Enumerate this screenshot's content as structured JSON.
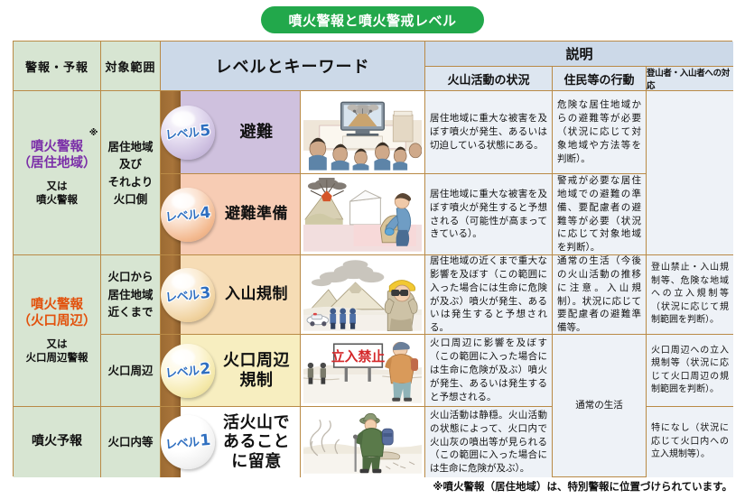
{
  "title": "噴火警報と噴火警戒レベル",
  "header": {
    "col_warning": "警報・予報",
    "col_scope": "対象範囲",
    "col_level_keyword": "レベルとキーワード",
    "col_description": "説明",
    "col_activity": "火山活動の状況",
    "col_residents": "住民等の行動",
    "col_climbers": "登山者・入山者への対応"
  },
  "groups": [
    {
      "name_main": "噴火警報\n（居住地域）",
      "name_main_line1": "噴火警報",
      "name_main_line2": "（居住地域）",
      "name_sub": "又は\n噴火警報",
      "name_sub_line1": "又は",
      "name_sub_line2": "噴火警報",
      "asterisk": "※",
      "color": "#7b2fa8"
    },
    {
      "name_main_line1": "噴火警報",
      "name_main_line2": "（火口周辺）",
      "name_sub_line1": "又は",
      "name_sub_line2": "火口周辺警報",
      "color": "#e2510c"
    },
    {
      "name_main_line1": "噴火予報",
      "color": "#111111"
    }
  ],
  "rows": [
    {
      "level": "5",
      "level_label": "レベル",
      "keyword": "避難",
      "scope_lines": [
        "居住地域",
        "及び",
        "それより",
        "火口側"
      ],
      "activity": "居住地域に重大な被害を及ぼす噴火が発生、あるいは切迫している状態にある。",
      "residents": "危険な居住地域からの避難等が必要（状況に応じて対象地域や方法等を判断）。",
      "climbers": "",
      "badge_color": "#cdbfe0",
      "row_color": "#cfc1de",
      "illustration": "people-watching-tv-eruption"
    },
    {
      "level": "4",
      "level_label": "レベル",
      "keyword": "避難準備",
      "scope_lines": [],
      "activity": "居住地域に重大な被害を及ぼす噴火が発生すると予想される（可能性が高まってきている）。",
      "residents": "警戒が必要な居住地域での避難の準備、要配慮者の避難等が必要（状況に応じて対象地域を判断）。",
      "climbers": "",
      "badge_color": "#f6c6a8",
      "row_color": "#f7ccb4",
      "illustration": "eruption-and-packing-evacuation"
    },
    {
      "level": "3",
      "level_label": "レベル",
      "keyword": "入山規制",
      "scope_lines": [
        "火口から",
        "居住地域",
        "近くまで"
      ],
      "activity": "居住地域の近くまで重大な影響を及ぼす（この範囲に入った場合には生命に危険が及ぶ）噴火が発生、あるいは発生すると予想される。",
      "residents": "通常の生活（今後の火山活動の推移に注意。入山規制）。状況に応じて要配慮者の避難準備等。",
      "climbers": "登山禁止・入山規制等、危険な地域への立入規制等（状況に応じて規制範囲を判断）。",
      "badge_color": "#f5dcb0",
      "row_color": "#f6dcb5",
      "illustration": "smoking-volcano-observer-binoculars"
    },
    {
      "level": "2",
      "level_label": "レベル",
      "keyword": "火口周辺\n規制",
      "keyword_line1": "火口周辺",
      "keyword_line2": "規制",
      "scope_lines": [
        "火口周辺"
      ],
      "activity": "火口周辺に影響を及ぼす（この範囲に入った場合には生命に危険が及ぶ）噴火が発生、あるいは発生すると予想される。",
      "residents": "通常の生活",
      "climbers": "火口周辺への立入規制等（状況に応じて火口周辺の規制範囲を判断）。",
      "badge_color": "#f7ecb6",
      "row_color": "#f7eec0",
      "illustration": "no-entry-sign-hiker",
      "sign_text": "立入禁止"
    },
    {
      "level": "1",
      "level_label": "レベル",
      "keyword": "活火山であることに留意",
      "keyword_line1": "活火山で",
      "keyword_line2": "あること",
      "keyword_line3": "に留意",
      "scope_lines": [
        "火口内等"
      ],
      "activity": "火山活動は静穏。火山活動の状態によって、火口内で火山灰の噴出等が見られる（この範囲に入った場合には生命に危険が及ぶ）。",
      "residents": "",
      "climbers": "特になし（状況に応じて火口内への立入規制等）。",
      "badge_color": "#ffffff",
      "row_color": "#ffffff",
      "illustration": "hiker-walking-near-fumarole"
    }
  ],
  "merged": {
    "residents_normal_life": "通常の生活"
  },
  "footer_note": "※噴火警報（居住地域）は、特別警報に位置づけられています。",
  "colors": {
    "banner_green": "#22a84b",
    "header_green": "#d7e5d2",
    "header_blue": "#ccd9e8",
    "desc_bg": "#eef2f7",
    "border_brown": "#b98a46",
    "strip_brown": "#9c6b33",
    "purple_text": "#7b2fa8",
    "orange_text": "#e2510c",
    "badge_text_blue": "#2f6fc0"
  }
}
